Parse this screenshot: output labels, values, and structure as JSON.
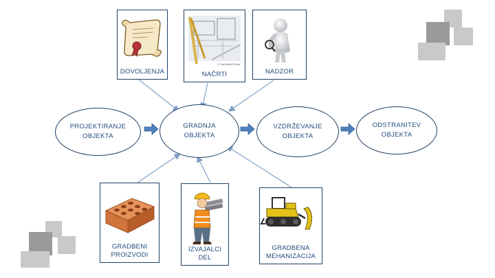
{
  "top_cards": [
    {
      "label": "DOVOLJENJA",
      "icon": "scroll-certificate-icon"
    },
    {
      "label": "NAČRTI",
      "icon": "blueprint-plans-icon"
    },
    {
      "label": "NADZOR",
      "icon": "inspector-magnifier-icon"
    }
  ],
  "process": [
    {
      "label": "PROJEKTIRANJE\nOBJEKTA"
    },
    {
      "label": "GRADNJA\nOBJEKTA"
    },
    {
      "label": "VZDRŽEVANJE\nOBJEKTA"
    },
    {
      "label": "ODSTRANITEV\nOBJEKTA"
    }
  ],
  "bottom_cards": [
    {
      "label": "GRADBENI\nPROIZVODI",
      "icon": "brick-icon"
    },
    {
      "label": "IZVAJALCI DEL",
      "icon": "construction-worker-icon"
    },
    {
      "label": "GRADBENA\nMEHANIZACIJA",
      "icon": "bulldozer-icon"
    }
  ],
  "blueprint_caption": "© CanStock Photo",
  "colors": {
    "stroke": "#1f3f63",
    "text": "#1f497d",
    "arrow_fill": "#4f81bd",
    "connector": "#7f9fc6"
  }
}
